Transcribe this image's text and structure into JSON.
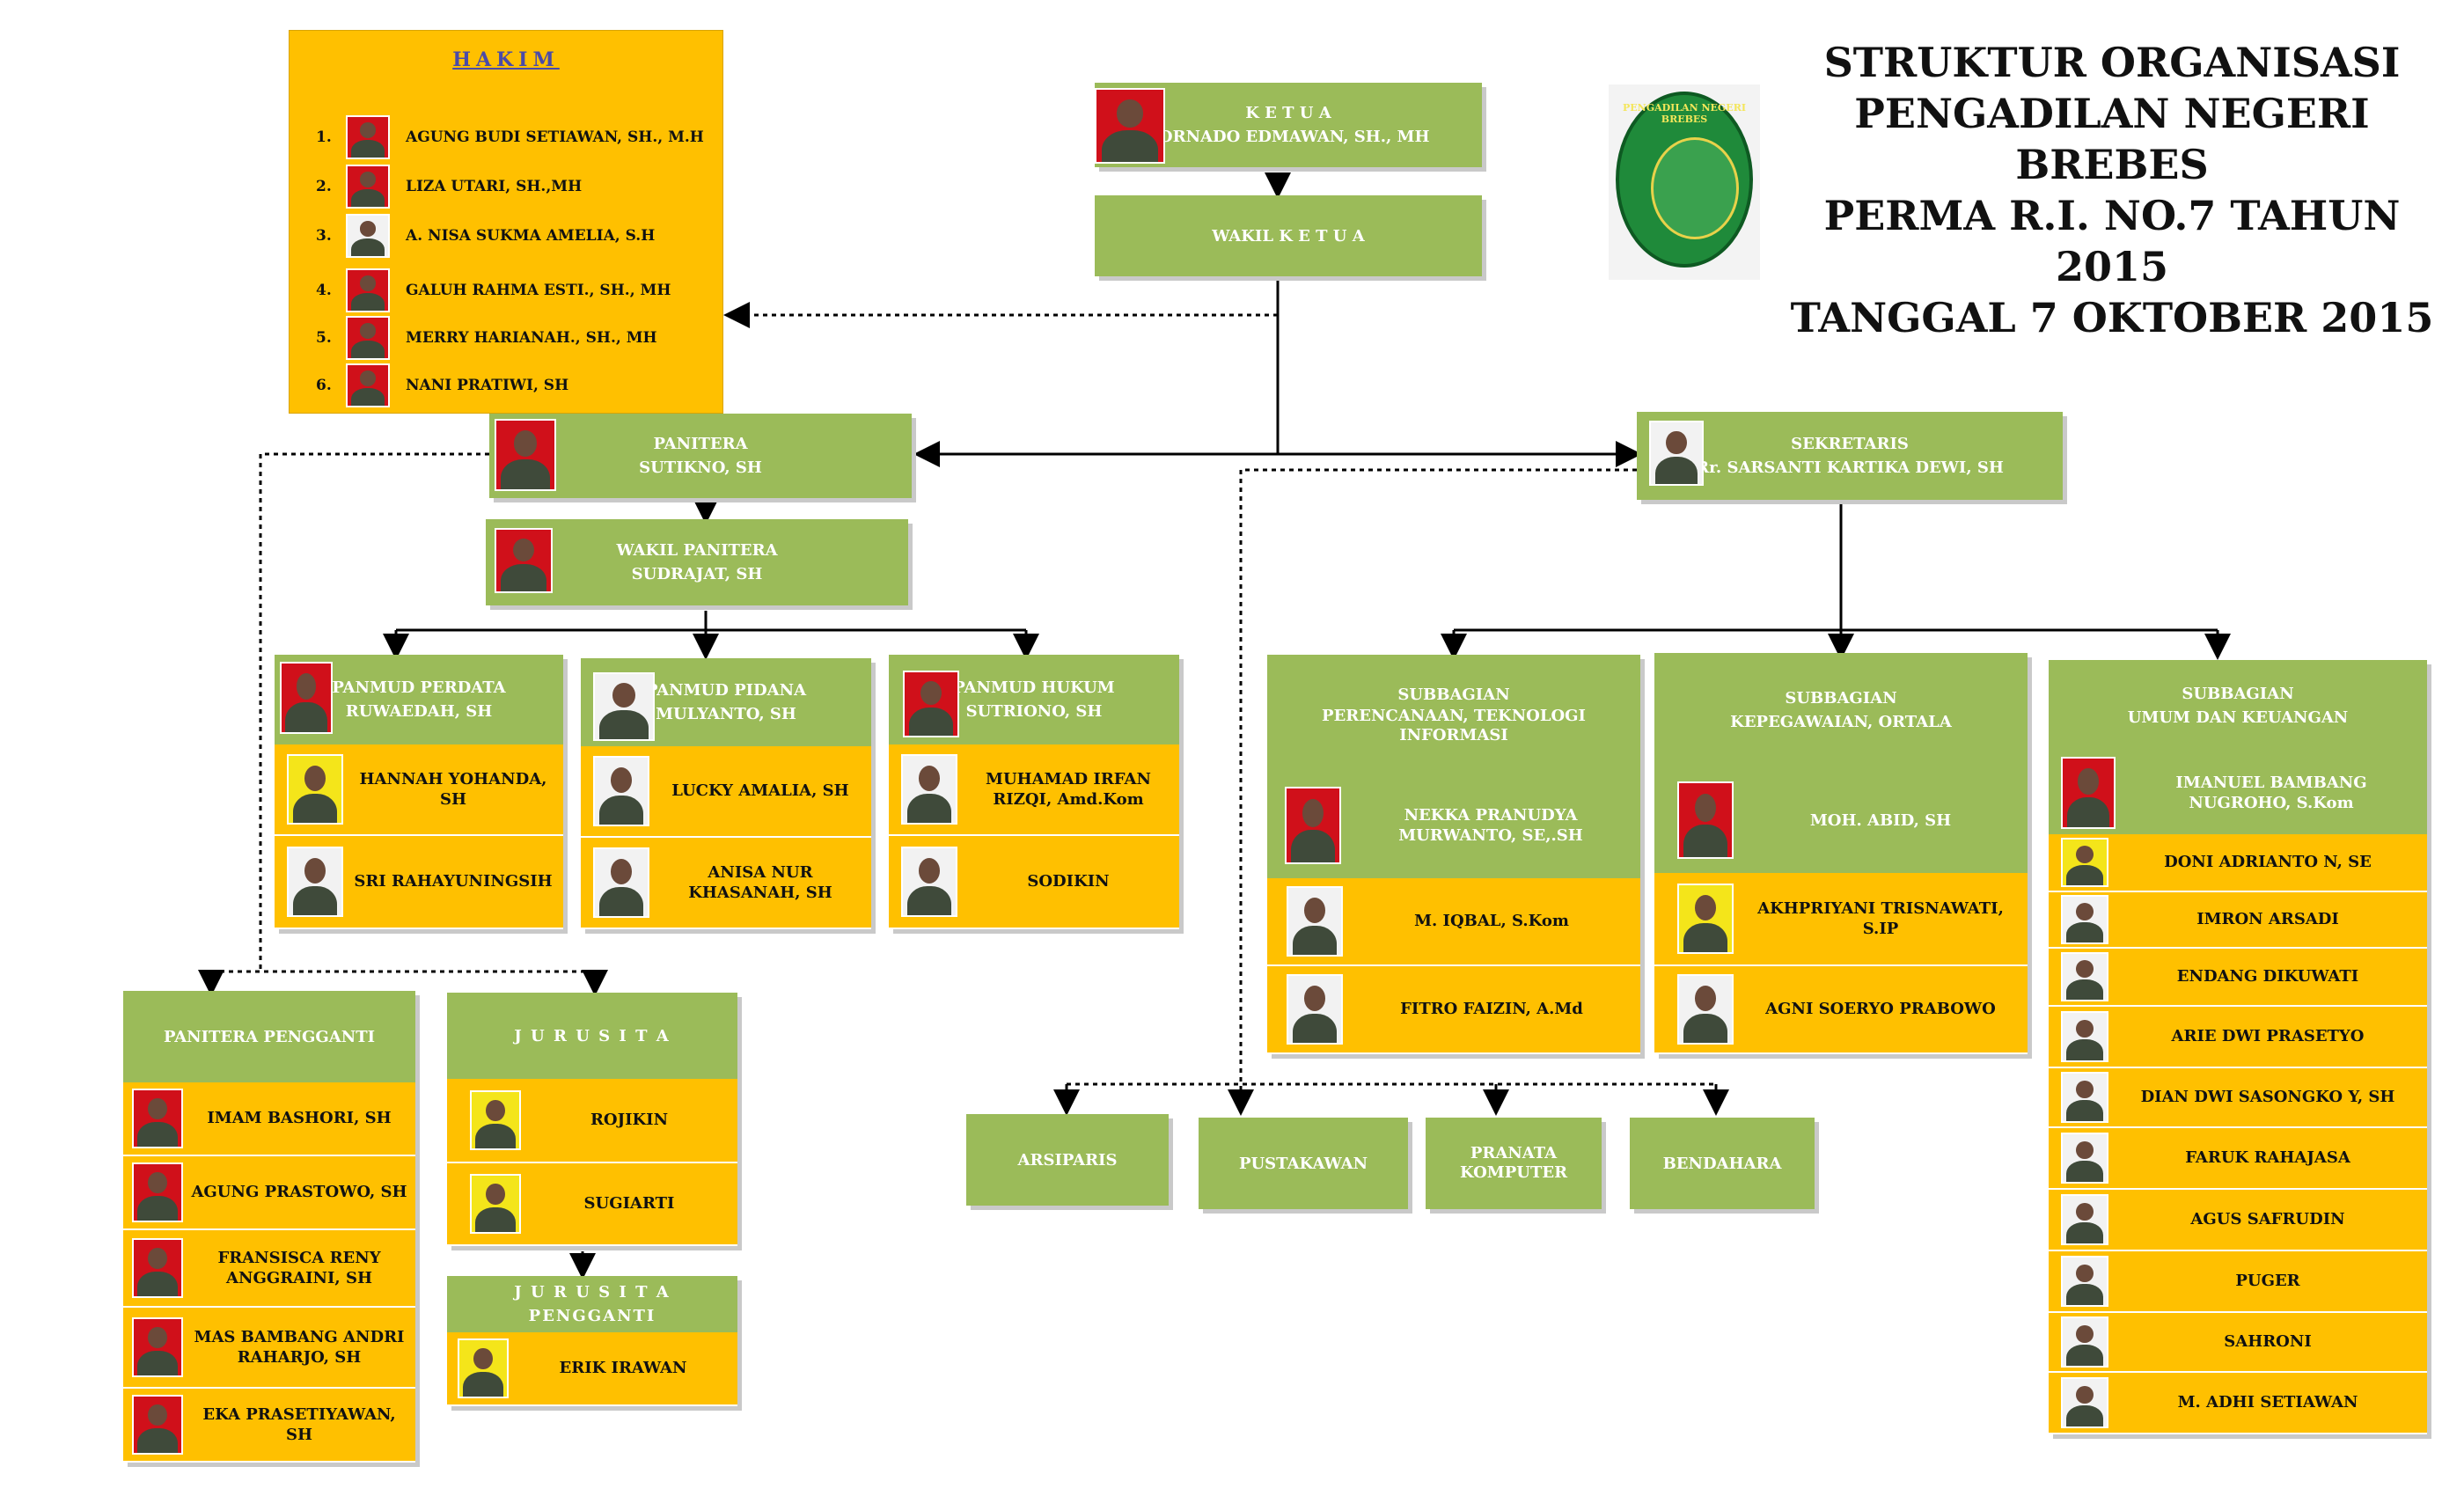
{
  "title": [
    "STRUKTUR ORGANISASI",
    "PENGADILAN NEGERI BREBES",
    "PERMA R.I. NO.7 TAHUN 2015",
    "TANGGAL 7 OKTOBER 2015"
  ],
  "logo_text": "PENGADILAN NEGERI BREBES",
  "hakim": {
    "title": "HAKIM",
    "members": [
      {
        "num": "1.",
        "name": "AGUNG BUDI SETIAWAN, SH., M.H"
      },
      {
        "num": "2.",
        "name": "LIZA UTARI, SH.,MH"
      },
      {
        "num": "3.",
        "name": "A. NISA SUKMA AMELIA, S.H"
      },
      {
        "num": "4.",
        "name": "GALUH RAHMA ESTI., SH., MH"
      },
      {
        "num": "5.",
        "name": "MERRY HARIANAH., SH., MH"
      },
      {
        "num": "6.",
        "name": "NANI PRATIWI, SH"
      }
    ]
  },
  "ketua": {
    "role": "K E T U A",
    "name": "TORNADO EDMAWAN, SH., MH"
  },
  "wakil_ketua": {
    "role": "WAKIL K E T U A"
  },
  "panitera": {
    "role": "PANITERA",
    "name": "SUTIKNO, SH"
  },
  "wakil_panitera": {
    "role": "WAKIL PANITERA",
    "name": "SUDRAJAT, SH"
  },
  "sekretaris": {
    "role": "SEKRETARIS",
    "name": "Rr. SARSANTI KARTIKA DEWI, SH"
  },
  "panmud_perdata": {
    "role": "PANMUD PERDATA",
    "name": "RUWAEDAH, SH",
    "staff": [
      "HANNAH YOHANDA, SH",
      "SRI RAHAYUNINGSIH"
    ]
  },
  "panmud_pidana": {
    "role": "PANMUD PIDANA",
    "name": "MULYANTO, SH",
    "staff": [
      "LUCKY AMALIA, SH",
      "ANISA NUR KHASANAH, SH"
    ]
  },
  "panmud_hukum": {
    "role": "PANMUD HUKUM",
    "name": "SUTRIONO, SH",
    "staff": [
      "MUHAMAD IRFAN RIZQI, Amd.Kom",
      "SODIKIN"
    ]
  },
  "sub_perencanaan": {
    "role": "SUBBAGIAN",
    "unit": "PERENCANAAN, TEKNOLOGI INFORMASI",
    "head": "NEKKA PRANUDYA MURWANTO, SE,.SH",
    "staff": [
      "M. IQBAL, S.Kom",
      "FITRO FAIZIN, A.Md"
    ]
  },
  "sub_kepegawaian": {
    "role": "SUBBAGIAN",
    "unit": "KEPEGAWAIAN, ORTALA",
    "head": "MOH. ABID, SH",
    "staff": [
      "AKHPRIYANI TRISNAWATI, S.IP",
      "AGNI SOERYO PRABOWO"
    ]
  },
  "sub_umum": {
    "role": "SUBBAGIAN",
    "unit": "UMUM DAN KEUANGAN",
    "head": "IMANUEL BAMBANG NUGROHO, S.Kom",
    "staff": [
      "DONI ADRIANTO N, SE",
      "IMRON ARSADI",
      "ENDANG DIKUWATI",
      "ARIE DWI PRASETYO",
      "DIAN DWI SASONGKO Y, SH",
      "FARUK RAHAJASA",
      "AGUS SAFRUDIN",
      "PUGER",
      "SAHRONI",
      "M. ADHI SETIAWAN"
    ]
  },
  "panitera_pengganti": {
    "role": "PANITERA PENGGANTI",
    "staff": [
      "IMAM BASHORI, SH",
      "AGUNG PRASTOWO, SH",
      "FRANSISCA RENY ANGGRAINI, SH",
      "MAS BAMBANG ANDRI RAHARJO, SH",
      "EKA PRASETIYAWAN, SH"
    ]
  },
  "jurusita": {
    "role": "J U R U S I T A",
    "staff": [
      "ROJIKIN",
      "SUGIARTI"
    ]
  },
  "jurusita_pengganti": {
    "role": "J U R U S I T A PENGGANTI",
    "staff": [
      "ERIK IRAWAN"
    ]
  },
  "fungsional": [
    "ARSIPARIS",
    "PUSTAKAWAN",
    "PRANATA KOMPUTER",
    "BENDAHARA"
  ],
  "colors": {
    "green": "#9bbb59",
    "yellow": "#ffc000",
    "line": "#000000"
  }
}
